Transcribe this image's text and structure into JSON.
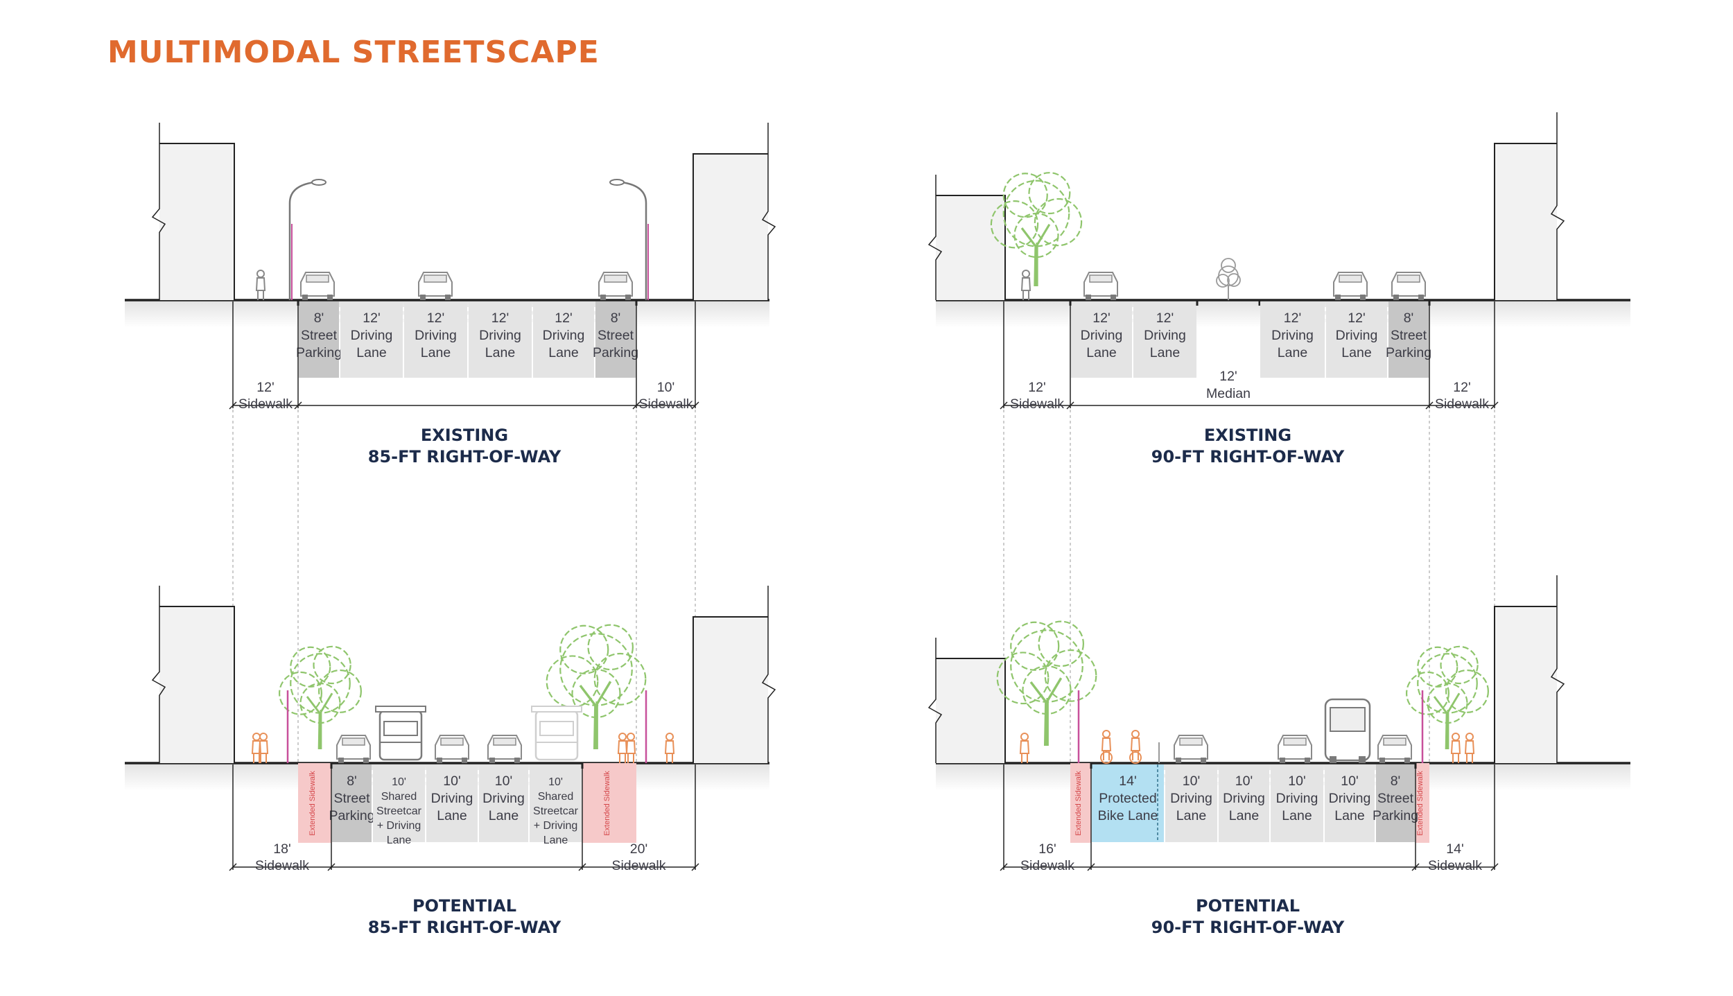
{
  "title": "MULTIMODAL STREETSCAPE",
  "colors": {
    "title": "#e06a2e",
    "caption": "#1c2b4a",
    "lane_light": "#e4e4e4",
    "lane_dark": "#c6c6c6",
    "extended_sidewalk": "#f6c9c9",
    "bike_lane": "#b3e0f2",
    "building": "#f2f2f2",
    "tree": "#8fc56c",
    "pedestrian": "#e89058"
  },
  "extended_label": "Extended Sidewalk",
  "panels": [
    {
      "id": "existing-85",
      "caption": [
        "EXISTING",
        "85-FT RIGHT-OF-WAY"
      ],
      "left_sidewalk": [
        "12'",
        "Sidewalk"
      ],
      "right_sidewalk": [
        "10'",
        "Sidewalk"
      ],
      "lanes": [
        {
          "lines": [
            "8'",
            "Street",
            "Parking"
          ],
          "shade": "dark"
        },
        {
          "lines": [
            "12'",
            "Driving",
            "Lane"
          ],
          "shade": "light"
        },
        {
          "lines": [
            "12'",
            "Driving",
            "Lane"
          ],
          "shade": "light"
        },
        {
          "lines": [
            "12'",
            "Driving",
            "Lane"
          ],
          "shade": "light"
        },
        {
          "lines": [
            "12'",
            "Driving",
            "Lane"
          ],
          "shade": "light"
        },
        {
          "lines": [
            "8'",
            "Street",
            "Parking"
          ],
          "shade": "dark"
        }
      ]
    },
    {
      "id": "existing-90",
      "caption": [
        "EXISTING",
        "90-FT RIGHT-OF-WAY"
      ],
      "left_sidewalk": [
        "12'",
        "Sidewalk"
      ],
      "right_sidewalk": [
        "12'",
        "Sidewalk"
      ],
      "lanes": [
        {
          "lines": [
            "12'",
            "Driving",
            "Lane"
          ],
          "shade": "light"
        },
        {
          "lines": [
            "12'",
            "Driving",
            "Lane"
          ],
          "shade": "light"
        },
        {
          "lines": [
            "12'",
            "Median"
          ],
          "shade": "median"
        },
        {
          "lines": [
            "12'",
            "Driving",
            "Lane"
          ],
          "shade": "light"
        },
        {
          "lines": [
            "12'",
            "Driving",
            "Lane"
          ],
          "shade": "light"
        },
        {
          "lines": [
            "8'",
            "Street",
            "Parking"
          ],
          "shade": "dark"
        }
      ]
    },
    {
      "id": "potential-85",
      "caption": [
        "POTENTIAL",
        "85-FT RIGHT-OF-WAY"
      ],
      "left_sidewalk": [
        "18'",
        "Sidewalk"
      ],
      "right_sidewalk": [
        "20'",
        "Sidewalk"
      ],
      "lanes": [
        {
          "lines": [
            "8'",
            "Street",
            "Parking"
          ],
          "shade": "dark"
        },
        {
          "lines": [
            "10'",
            "Shared",
            "Streetcar",
            "+ Driving",
            "Lane"
          ],
          "shade": "light"
        },
        {
          "lines": [
            "10'",
            "Driving",
            "Lane"
          ],
          "shade": "light"
        },
        {
          "lines": [
            "10'",
            "Driving",
            "Lane"
          ],
          "shade": "light"
        },
        {
          "lines": [
            "10'",
            "Shared",
            "Streetcar",
            "+ Driving",
            "Lane"
          ],
          "shade": "light"
        }
      ]
    },
    {
      "id": "potential-90",
      "caption": [
        "POTENTIAL",
        "90-FT RIGHT-OF-WAY"
      ],
      "left_sidewalk": [
        "16'",
        "Sidewalk"
      ],
      "right_sidewalk": [
        "14'",
        "Sidewalk"
      ],
      "lanes": [
        {
          "lines": [
            "14'",
            "Protected",
            "Bike Lane"
          ],
          "shade": "bike"
        },
        {
          "lines": [
            "10'",
            "Driving",
            "Lane"
          ],
          "shade": "light"
        },
        {
          "lines": [
            "10'",
            "Driving",
            "Lane"
          ],
          "shade": "light"
        },
        {
          "lines": [
            "10'",
            "Driving",
            "Lane"
          ],
          "shade": "light"
        },
        {
          "lines": [
            "10'",
            "Driving",
            "Lane"
          ],
          "shade": "light"
        },
        {
          "lines": [
            "8'",
            "Street",
            "Parking"
          ],
          "shade": "dark"
        }
      ]
    }
  ]
}
